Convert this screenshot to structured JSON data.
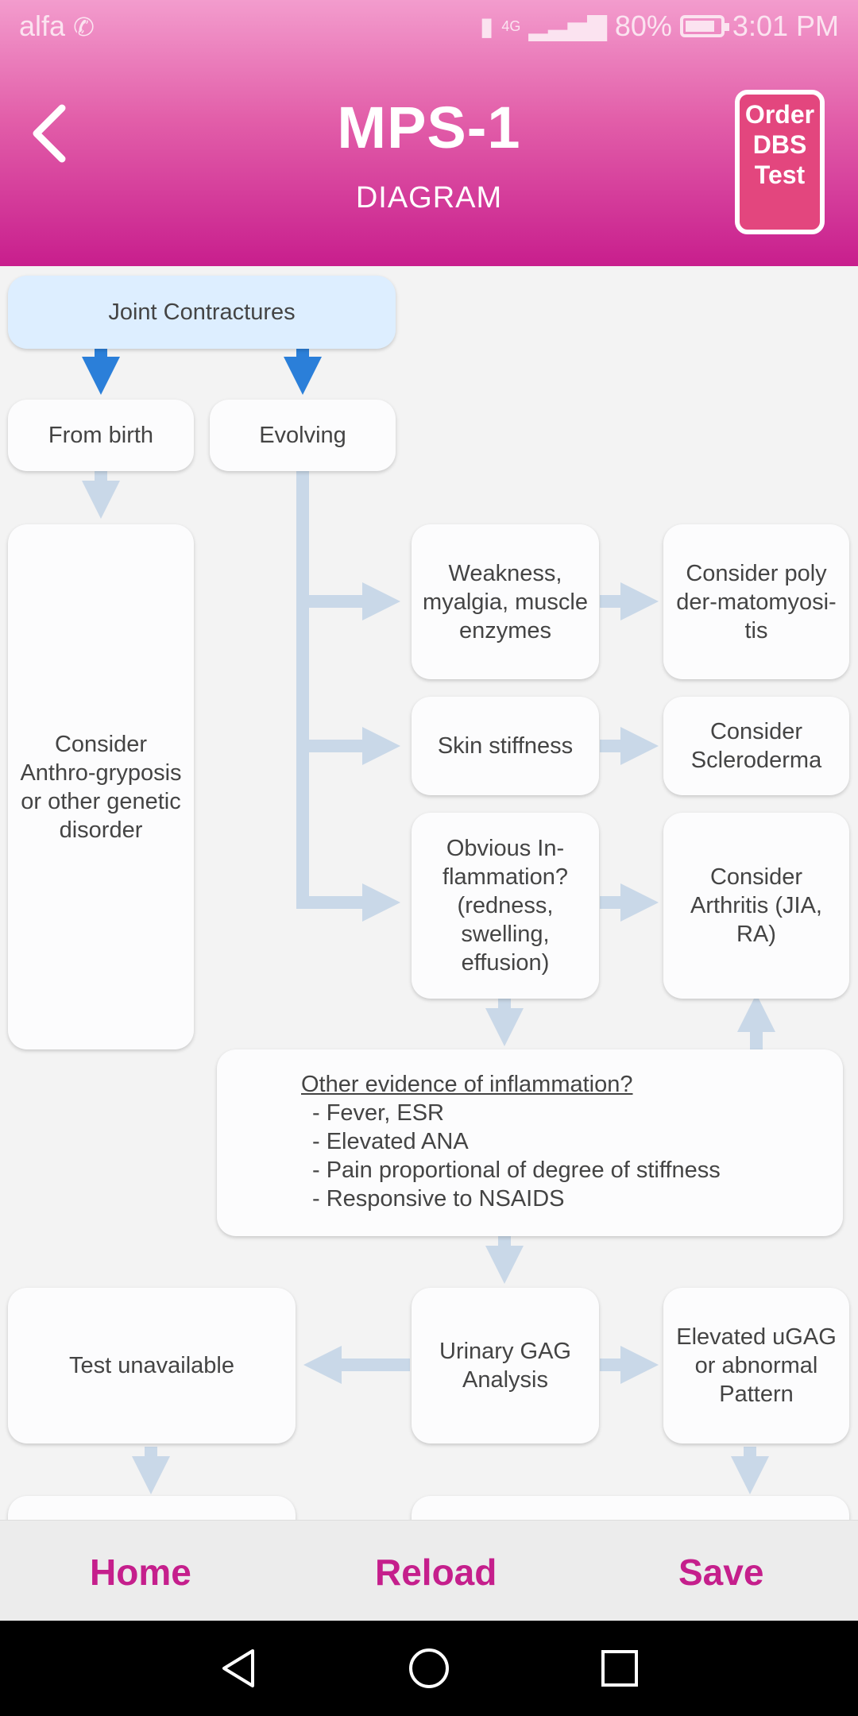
{
  "status_bar": {
    "carrier": "alfa",
    "network": "4G",
    "battery": "80%",
    "time": "3:01 PM"
  },
  "header": {
    "title": "MPS-1",
    "subtitle": "DIAGRAM",
    "order_button": [
      "Order",
      "DBS",
      "Test"
    ]
  },
  "diagram": {
    "joint_contractures": "Joint Contractures",
    "from_birth": "From birth",
    "evolving": "Evolving",
    "consider_anthrogryposis": "Consider Anthro-gryposis or other genetic disorder",
    "weakness": "Weakness, myalgia, muscle enzymes",
    "consider_poly": "Consider poly der-matomyosi-tis",
    "skin_stiffness": "Skin stiffness",
    "consider_scleroderma": "Consider Scleroderma",
    "obvious_inflammation": "Obvious In-flammation? (redness, swelling, effusion)",
    "consider_arthritis": "Consider Arthritis (JIA, RA)",
    "evidence_heading": "Other evidence of inflammation?",
    "evidence_items": [
      "- Fever, ESR",
      "- Elevated ANA",
      "- Pain proportional of degree of stiffness",
      "- Responsive to NSAIDS"
    ],
    "test_unavailable": "Test unavailable",
    "urinary_gag": "Urinary GAG Analysis",
    "elevated_ugag": "Elevated uGAG or abnormal Pattern"
  },
  "bottom_nav": {
    "home": "Home",
    "reload": "Reload",
    "save": "Save"
  },
  "colors": {
    "accent": "#c51f8c",
    "arrow_blue": "#2b7fd9",
    "connector": "#c9d8e8"
  }
}
